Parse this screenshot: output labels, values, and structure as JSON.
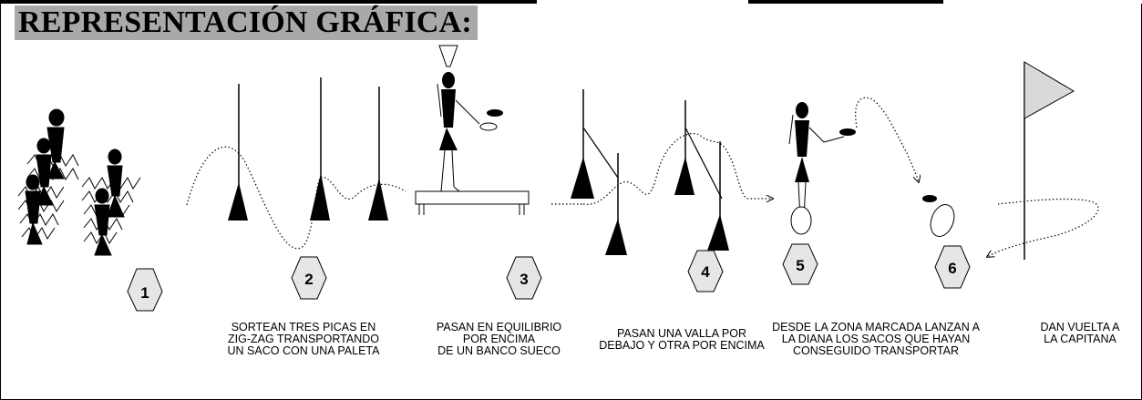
{
  "title": "REPRESENTACIÓN GRÁFICA:",
  "stations": [
    {
      "number": "1"
    },
    {
      "number": "2"
    },
    {
      "number": "3"
    },
    {
      "number": "4"
    },
    {
      "number": "5"
    },
    {
      "number": "6"
    }
  ],
  "captions": {
    "station2": [
      "SORTEAN TRES PICAS EN",
      "ZIG-ZAG TRANSPORTANDO",
      "UN SACO CON UNA PALETA"
    ],
    "station3": [
      "PASAN EN EQUILIBRIO",
      "POR ENCIMA",
      "DE UN BANCO SUECO"
    ],
    "station4": [
      "PASAN  UNA VALLA POR",
      "DEBAJO Y OTRA POR ENCIMA"
    ],
    "station5": [
      "DESDE LA ZONA MARCADA LANZAN A",
      "LA DIANA LOS SACOS QUE HAYAN",
      "CONSEGUIDO TRANSPORTAR"
    ],
    "station6": [
      "DAN VUELTA A",
      "LA CAPITANA"
    ]
  },
  "colors": {
    "title_bg": "#a9a9a9",
    "badge_fill": "#e6e6e6",
    "ink": "#000000",
    "flag": "#d9d9d9"
  }
}
